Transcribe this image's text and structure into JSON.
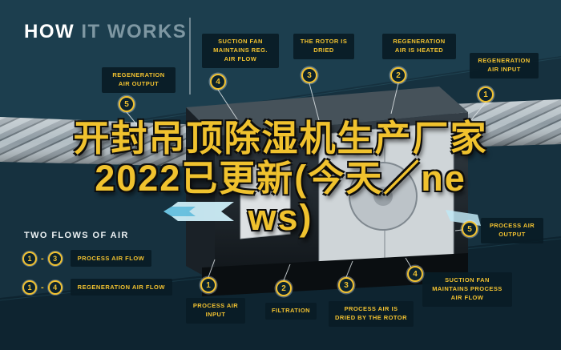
{
  "title": {
    "bold": "HOW",
    "light": " IT WORKS"
  },
  "overlay": {
    "line1": "开封吊顶除湿机生产厂家",
    "line2": "2022已更新(今天／ne",
    "line3": "ws)"
  },
  "callouts": {
    "reg_air_output": {
      "num": "5",
      "label": "REGENERATION AIR OUTPUT"
    },
    "suction_fan_reg": {
      "num": "4",
      "label": "SUCTION FAN MAINTAINS REG. AIR FLOW"
    },
    "rotor_dried": {
      "num": "3",
      "label": "THE ROTOR IS DRIED"
    },
    "reg_air_heated": {
      "num": "2",
      "label": "REGENERATION AIR IS HEATED"
    },
    "reg_air_input": {
      "num": "1",
      "label": "REGENERATION AIR INPUT"
    },
    "process_air_output": {
      "num": "5",
      "label": "PROCESS AIR OUTPUT"
    },
    "suction_fan_process": {
      "num": "4",
      "label": "SUCTION FAN MAINTAINS PROCESS AIR FLOW"
    },
    "process_air_dried": {
      "num": "3",
      "label": "PROCESS AIR IS DRIED BY THE ROTOR"
    },
    "filtration": {
      "num": "2",
      "label": "FILTRATION"
    },
    "process_air_input": {
      "num": "1",
      "label": "PROCESS AIR INPUT"
    }
  },
  "legend": {
    "title": "TWO FLOWS OF AIR",
    "separator": "-",
    "rows": [
      {
        "from": "1",
        "to": "3",
        "label": "PROCESS AIR FLOW"
      },
      {
        "from": "1",
        "to": "4",
        "label": "REGENERATION AIR FLOW"
      }
    ]
  },
  "colors": {
    "accent": "#F2C230",
    "background": "#16313F",
    "badge_bg": "#0B222D"
  }
}
